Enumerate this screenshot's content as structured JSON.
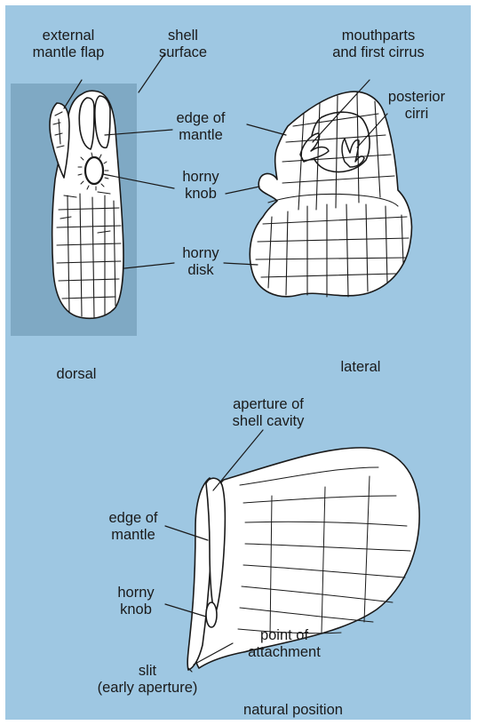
{
  "labels": {
    "external_mantle_flap": [
      "external",
      "mantle flap"
    ],
    "shell_surface": [
      "shell",
      "surface"
    ],
    "edge_of_mantle": [
      "edge of",
      "mantle"
    ],
    "horny_knob": [
      "horny",
      "knob"
    ],
    "horny_disk": [
      "horny",
      "disk"
    ],
    "mouthparts": [
      "mouthparts",
      "and first cirrus"
    ],
    "posterior_cirri": [
      "posterior",
      "cirri"
    ],
    "aperture": [
      "aperture of",
      "shell cavity"
    ],
    "edge_of_mantle_2": [
      "edge of",
      "mantle"
    ],
    "horny_knob_2": [
      "horny",
      "knob"
    ],
    "point_of_attachment": [
      "point of",
      "attachment"
    ],
    "slit": [
      "slit",
      "(early aperture)"
    ]
  },
  "captions": {
    "dorsal": "dorsal",
    "lateral": "lateral",
    "natural": "natural position"
  },
  "colors": {
    "panel_background": "#9ec7e2",
    "shell_strip": "#7fa9c4",
    "organism_fill": "#ffffff",
    "ink": "#1a1a1a"
  }
}
